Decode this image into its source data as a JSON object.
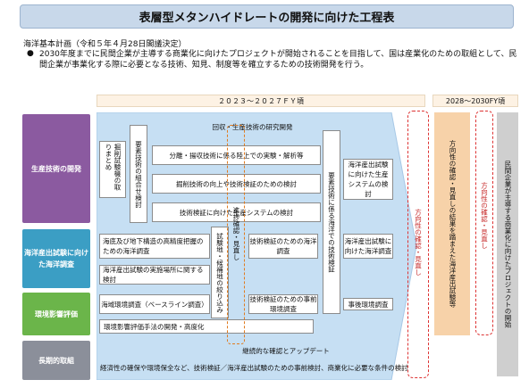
{
  "title": "表層型メタンハイドレートの開発に向けた工程表",
  "basis": {
    "title": "海洋基本計画（令和５年４月28日閣議決定）",
    "bullet": "●",
    "text": "2030年度までに民間企業が主導する商業化に向けたプロジェクトが開始されることを目指して、国は産業化のための取組として、民間企業が事業化する際に必要となる技術、知見、制度等を確立するための技術開発を行う。"
  },
  "periods": {
    "p1": "２０２３～２０２７ＦＹ頃",
    "p2": "2028～2030FY頃"
  },
  "categories": {
    "tech": "生産技術の開発",
    "survey": "海洋産出試験に向けた海洋調査",
    "env": "環境影響評価",
    "longterm": "長期的取組"
  },
  "boxes": {
    "header": "回収・生産技術の研究開発",
    "mining_test": "掘削試験機の取りまとめ",
    "elemental": "要素技術の組合せ検討",
    "separation": "分離・揚収技術に係る陸上での実験・解析等",
    "drilling": "掘削技術の向上や技術検証のための検討",
    "production": "技術検証に向けた生産システムの検討",
    "ocean_verify": "要素技術に係る海洋での技術検証",
    "prod_test_system": "海洋産出試験に向けた生産システムの検討",
    "seafloor": "海底及び地下構造の高精度把握のための海洋調査",
    "site": "海洋産出試験の実施場所に関する検討",
    "narrow": "試験地・候補地の絞り込み",
    "progress": "進捗確認・見直し",
    "verify_survey": "技術検証のための海洋調査",
    "prod_test_survey": "海洋産出試験に向けた海洋調査",
    "baseline": "海域環境調査（ベースライン調査）",
    "pre_env": "技術検証のための事前環境調査",
    "post_env": "事後環境調査",
    "method": "環境影響評価手法の開発・高度化",
    "continuous": "継続的な確認とアップデート",
    "long_text": "経済性の確保や環境保全など、技術検証／海洋産出試験のための事前検討、商業化に必要な条件の検討",
    "direction1": "方向性の確認・見直し",
    "orange": "方向性の確認・見直しの結果を踏まえた海洋産出試験等",
    "direction2": "方向性の確認・見直し",
    "commercial": "民間企業が主導する商業化に向けたプロジェクトの開始"
  },
  "colors": {
    "title_bg": "#c8d8ea",
    "tech": "#8b5aa0",
    "survey": "#3b9ec4",
    "env": "#6bb54a",
    "longterm": "#8b8f9a",
    "arrow": "#c6dff3",
    "orange_box": "#f7d2a9",
    "gray_box": "#cfcfcf",
    "dashed_red": "#d33",
    "dashed_orange": "#e07b1f"
  }
}
